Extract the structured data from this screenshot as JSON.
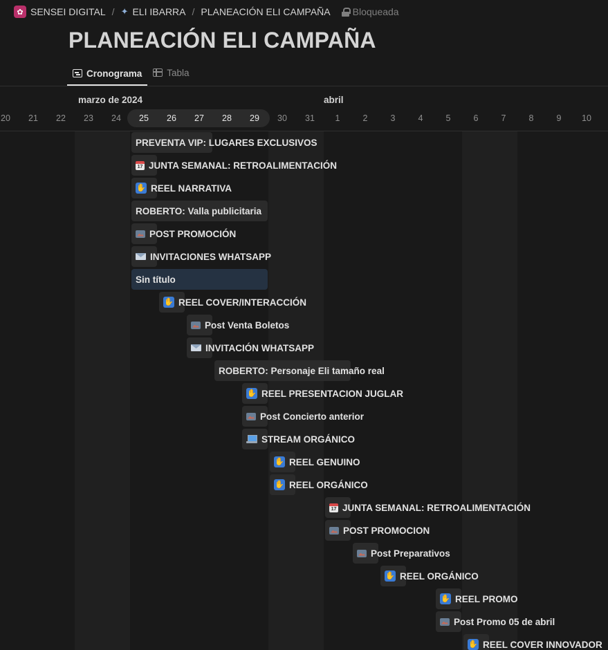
{
  "breadcrumb": {
    "workspace": "SENSEI DIGITAL",
    "parent": "ELI IBARRA",
    "current": "PLANEACIÓN ELI CAMPAÑA",
    "lock_label": "Bloqueada"
  },
  "page_title": "PLANEACIÓN ELI CAMPAÑA",
  "tabs": [
    {
      "label": "Cronograma",
      "icon": "timeline-icon",
      "active": true
    },
    {
      "label": "Tabla",
      "icon": "table-icon",
      "active": false
    }
  ],
  "timeline": {
    "months": [
      {
        "label": "marzo de 2024"
      },
      {
        "label": "abril"
      }
    ],
    "days": [
      "20",
      "21",
      "22",
      "23",
      "24",
      "25",
      "26",
      "27",
      "28",
      "29",
      "30",
      "31",
      "1",
      "2",
      "3",
      "4",
      "5",
      "6",
      "7",
      "8",
      "9",
      "10"
    ],
    "highlighted_days": [
      "25",
      "26",
      "27",
      "28",
      "29"
    ]
  },
  "tasks": [
    {
      "label": "PREVENTA VIP: LUGARES EXCLUSIVOS",
      "icon": "none",
      "start": 0,
      "span": 3,
      "selected": false
    },
    {
      "label": "JUNTA SEMANAL: RETROALIMENTACIÓN",
      "icon": "calendar-icon",
      "start": 0,
      "span": 1,
      "selected": false
    },
    {
      "label": "REEL NARRATIVA",
      "icon": "hand-icon",
      "start": 0,
      "span": 1,
      "selected": false
    },
    {
      "label": "ROBERTO: Valla publicitaria",
      "icon": "none",
      "start": 0,
      "span": 5,
      "selected": false
    },
    {
      "label": "POST PROMOCIÓN",
      "icon": "photo-icon",
      "start": 0,
      "span": 1,
      "selected": false
    },
    {
      "label": "INVITACIONES WHATSAPP",
      "icon": "envelope-icon",
      "start": 0,
      "span": 1,
      "selected": false
    },
    {
      "label": "Sin título",
      "icon": "none",
      "start": 0,
      "span": 5,
      "selected": true
    },
    {
      "label": "REEL COVER/INTERACCIÓN",
      "icon": "hand-icon",
      "start": 1,
      "span": 1,
      "selected": false
    },
    {
      "label": "Post Venta Boletos",
      "icon": "photo-icon",
      "start": 2,
      "span": 1,
      "selected": false
    },
    {
      "label": "INVITACIÓN WHATSAPP",
      "icon": "envelope-icon",
      "start": 2,
      "span": 1,
      "selected": false
    },
    {
      "label": "ROBERTO: Personaje Eli tamaño real",
      "icon": "none",
      "start": 3,
      "span": 5,
      "selected": false
    },
    {
      "label": "REEL PRESENTACION JUGLAR",
      "icon": "hand-icon",
      "start": 4,
      "span": 1,
      "selected": false
    },
    {
      "label": "Post Concierto anterior",
      "icon": "photo-icon",
      "start": 4,
      "span": 1,
      "selected": false
    },
    {
      "label": "STREAM ORGÁNICO",
      "icon": "laptop-icon",
      "start": 4,
      "span": 1,
      "selected": false
    },
    {
      "label": "REEL GENUINO",
      "icon": "hand-icon",
      "start": 5,
      "span": 1,
      "selected": false
    },
    {
      "label": "REEL ORGÁNICO",
      "icon": "hand-icon",
      "start": 5,
      "span": 1,
      "selected": false
    },
    {
      "label": "JUNTA SEMANAL: RETROALIMENTACIÓN",
      "icon": "calendar-icon",
      "start": 7,
      "span": 1,
      "selected": false
    },
    {
      "label": "POST PROMOCION",
      "icon": "photo-icon",
      "start": 7,
      "span": 1,
      "selected": false
    },
    {
      "label": "Post Preparativos",
      "icon": "photo-icon",
      "start": 8,
      "span": 1,
      "selected": false
    },
    {
      "label": "REEL ORGÁNICO",
      "icon": "hand-icon",
      "start": 9,
      "span": 1,
      "selected": false
    },
    {
      "label": "REEL PROMO",
      "icon": "hand-icon",
      "start": 11,
      "span": 1,
      "selected": false
    },
    {
      "label": "Post Promo 05 de abril",
      "icon": "photo-icon",
      "start": 11,
      "span": 1,
      "selected": false
    },
    {
      "label": "REEL COVER INNOVADOR",
      "icon": "hand-icon",
      "start": 12,
      "span": 1,
      "selected": false
    }
  ],
  "colors": {
    "background": "#191919",
    "weekend": "#202020",
    "bar": "#2b2b2b",
    "selected_bar": "#253242",
    "workspace_icon": "#b9306a"
  }
}
